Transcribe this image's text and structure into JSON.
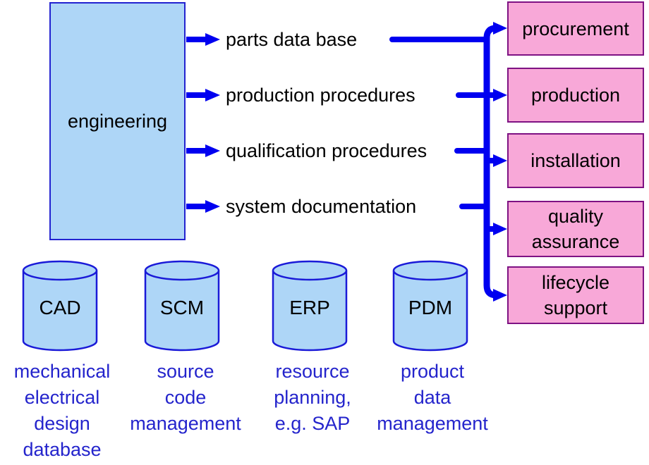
{
  "diagram": {
    "engineering_label": "engineering",
    "outputs": [
      "parts data base",
      "production procedures",
      "qualification procedures",
      "system documentation"
    ],
    "targets": [
      "procurement",
      "production",
      "installation",
      "quality\nassurance",
      "lifecycle\nsupport"
    ],
    "databases": [
      {
        "name": "CAD",
        "caption": "mechanical\nelectrical\ndesign\ndatabase"
      },
      {
        "name": "SCM",
        "caption": "source\ncode\nmanagement"
      },
      {
        "name": "ERP",
        "caption": "resource\nplanning,\ne.g. SAP"
      },
      {
        "name": "PDM",
        "caption": "product\ndata\nmanagement"
      }
    ],
    "colors": {
      "arrow_blue": "#0000f0",
      "outline_blue": "#1a1ad8",
      "light_blue_fill": "#aed6f7",
      "caption_blue": "#2424cc",
      "pink_fill": "#f8a8d8",
      "pink_border": "#7e1283",
      "text_black": "#000000",
      "background": "#ffffff"
    }
  }
}
